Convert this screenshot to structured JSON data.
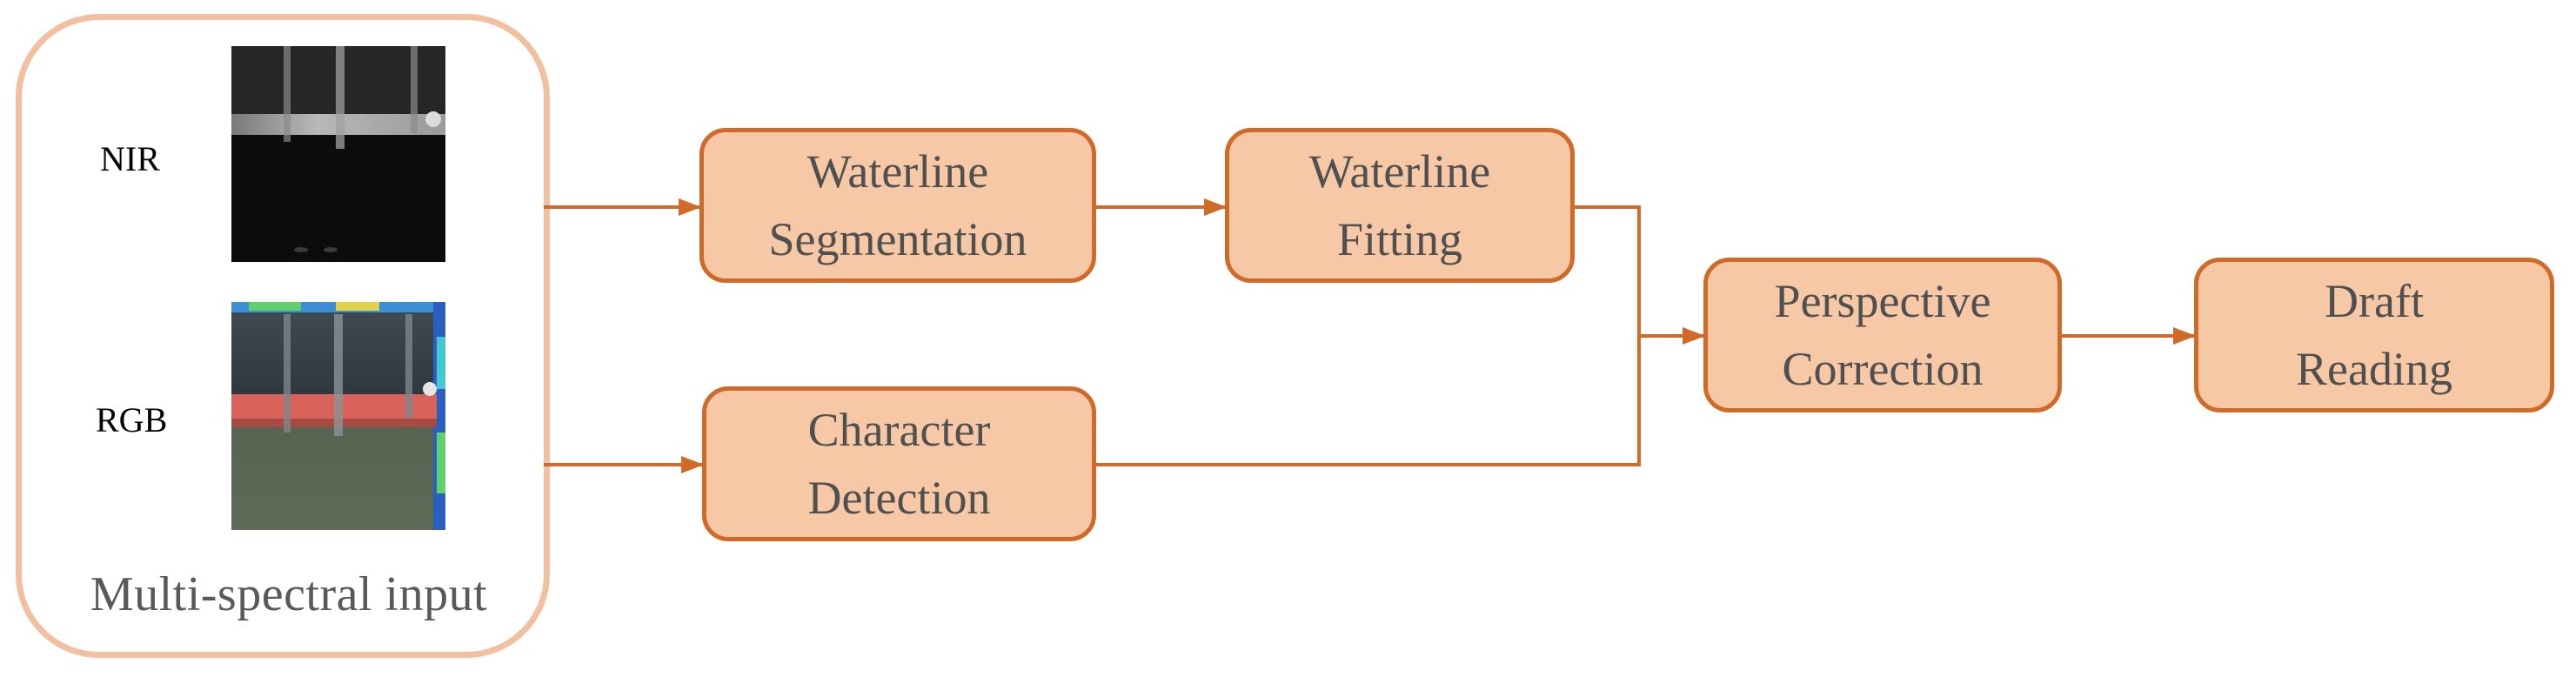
{
  "input_panel": {
    "caption": "Multi-spectral input",
    "modalities": [
      {
        "label": "NIR"
      },
      {
        "label": "RGB"
      }
    ]
  },
  "nodes": {
    "waterline_segmentation": {
      "line1": "Waterline",
      "line2": "Segmentation"
    },
    "waterline_fitting": {
      "line1": "Waterline",
      "line2": "Fitting"
    },
    "character_detection": {
      "line1": "Character",
      "line2": "Detection"
    },
    "perspective_correction": {
      "line1": "Perspective",
      "line2": "Correction"
    },
    "draft_reading": {
      "line1": "Draft",
      "line2": "Reading"
    }
  },
  "colors": {
    "node_fill": "#f7c8a6",
    "node_border": "#cf6a28",
    "arrow": "#cf6a28",
    "panel_border": "#f2bfa0",
    "text": "#505050"
  }
}
